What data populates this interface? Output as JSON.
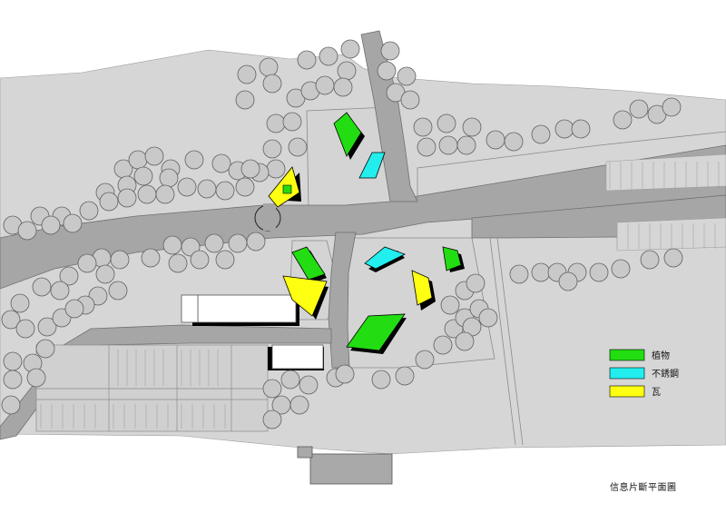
{
  "legend": {
    "items": [
      {
        "label": "植物",
        "color": "#22dd11"
      },
      {
        "label": "不銹鋼",
        "color": "#22eeee"
      },
      {
        "label": "瓦",
        "color": "#ffff11"
      }
    ]
  },
  "caption": "信息片斷平面圖",
  "colors": {
    "ground": "#d6d6d6",
    "road": "#a6a6a6",
    "plaza": "#d4d4d4",
    "tree": "#c9c9c9",
    "tree_stroke": "#606060",
    "shadow": "#000000"
  }
}
